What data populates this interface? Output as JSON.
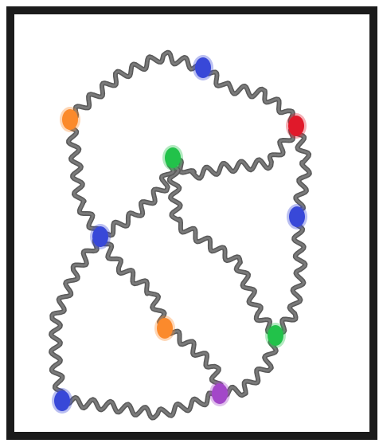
{
  "diagram": {
    "background_color": "#ffffff",
    "border_color": "#1b1b1b",
    "strand_color": "#7a7a7a",
    "node_colors": {
      "blue": "#3848d8",
      "orange": "#fb8a2c",
      "red": "#e0192a",
      "green": "#22c24a",
      "purple": "#a347c9"
    },
    "nodes": [
      {
        "id": "orange-top-left",
        "color": "orange"
      },
      {
        "id": "blue-top",
        "color": "blue"
      },
      {
        "id": "red-top-right",
        "color": "red"
      },
      {
        "id": "green-center-top",
        "color": "green"
      },
      {
        "id": "blue-right",
        "color": "blue"
      },
      {
        "id": "blue-middle-left",
        "color": "blue"
      },
      {
        "id": "orange-middle",
        "color": "orange"
      },
      {
        "id": "green-lower-right",
        "color": "green"
      },
      {
        "id": "blue-bottom-left",
        "color": "blue"
      },
      {
        "id": "purple-bottom",
        "color": "purple"
      }
    ],
    "strands": [
      [
        "orange-top-left",
        "blue-top"
      ],
      [
        "blue-top",
        "red-top-right"
      ],
      [
        "red-top-right",
        "green-center-top"
      ],
      [
        "red-top-right",
        "blue-right"
      ],
      [
        "blue-right",
        "green-lower-right"
      ],
      [
        "green-center-top",
        "green-lower-right"
      ],
      [
        "green-center-top",
        "blue-middle-left"
      ],
      [
        "orange-top-left",
        "blue-middle-left"
      ],
      [
        "blue-middle-left",
        "orange-middle"
      ],
      [
        "orange-middle",
        "purple-bottom"
      ],
      [
        "blue-middle-left",
        "blue-bottom-left"
      ],
      [
        "blue-bottom-left",
        "purple-bottom"
      ],
      [
        "purple-bottom",
        "green-lower-right"
      ]
    ]
  }
}
